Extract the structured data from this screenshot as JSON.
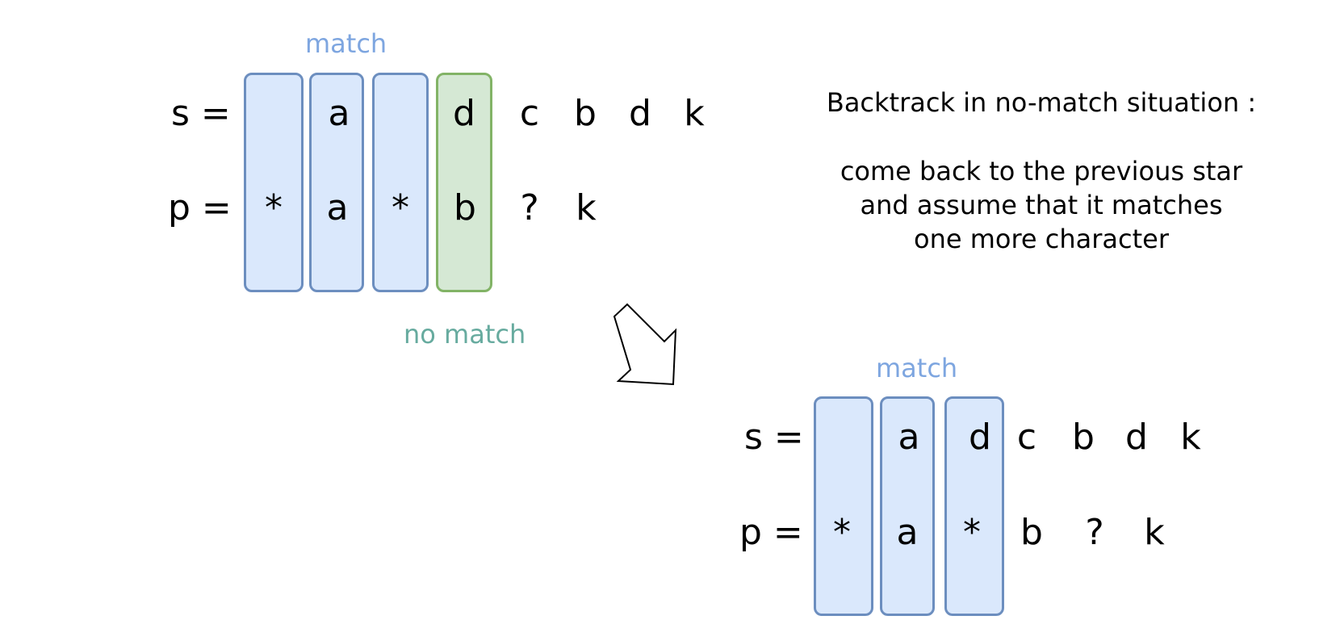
{
  "top": {
    "match_label": "match",
    "no_match_label": "no match",
    "s_label": "s =",
    "p_label": "p =",
    "s_chars": [
      "",
      "a",
      "",
      "d",
      "c",
      "b",
      "d",
      "k"
    ],
    "p_chars": [
      "*",
      "a",
      "*",
      "b",
      "?",
      "k"
    ]
  },
  "bottom": {
    "match_label": "match",
    "s_label": "s =",
    "p_label": "p =",
    "s_chars": [
      "",
      "a",
      "d",
      "c",
      "b",
      "d",
      "k"
    ],
    "p_chars": [
      "*",
      "a",
      "*",
      "b",
      "?",
      "k"
    ]
  },
  "note": {
    "heading": "Backtrack in no-match situation :",
    "lines": [
      "come back to the previous star",
      "and assume that it matches",
      "one more character"
    ]
  },
  "colors": {
    "match_box_fill": "#dae8fc",
    "match_box_stroke": "#6c8ebf",
    "no_match_box_fill": "#d5e8d4",
    "no_match_box_stroke": "#82b366",
    "match_text": "#7ea6e0",
    "no_match_text": "#67ab9f"
  },
  "icons": {
    "arrow": "hollow-arrow-down-right-icon"
  }
}
